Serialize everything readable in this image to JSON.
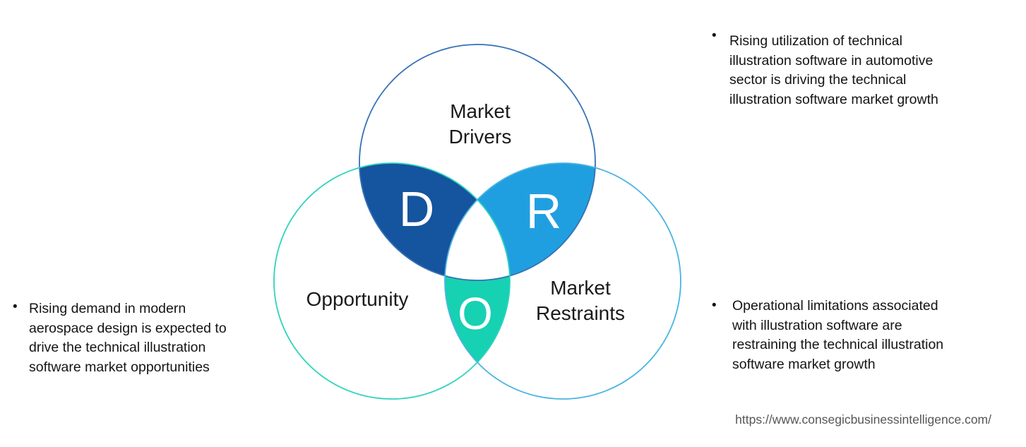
{
  "diagram": {
    "drivers": {
      "label": "Market\nDrivers",
      "outline_color": "#3471b5"
    },
    "opportunity": {
      "label": "Opportunity",
      "outline_color": "#2ed3be"
    },
    "restraints": {
      "label": "Market\nRestraints",
      "outline_color": "#4ab4e2"
    },
    "regions": {
      "d": {
        "letter": "D",
        "fill": "#15549e"
      },
      "r": {
        "letter": "R",
        "fill": "#209fe0"
      },
      "o": {
        "letter": "O",
        "fill": "#16d1b2"
      }
    }
  },
  "notes": {
    "driver_note": {
      "marker": "•",
      "text": "Rising utilization of technical\nillustration software in automotive\nsector is driving the technical\nillustration software market growth"
    },
    "opportunity_note": {
      "marker": "•",
      "text": "Rising demand in modern\naerospace design is expected to\ndrive the technical illustration\nsoftware market opportunities"
    },
    "restraint_note": {
      "marker": "•",
      "text": "Operational limitations associated\nwith illustration software are\nrestraining the technical illustration\nsoftware market growth"
    }
  },
  "source_url": "https://www.consegicbusinessintelligence.com/"
}
